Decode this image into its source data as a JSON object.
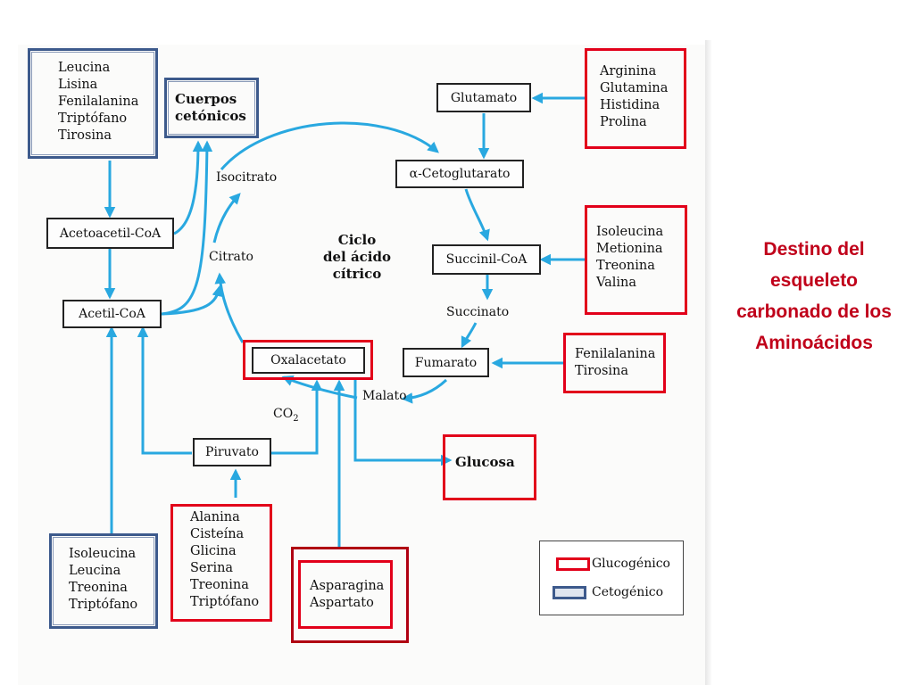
{
  "title_lines": [
    "Destino del",
    "esqueleto",
    "carbonado de los",
    "Aminoácidos"
  ],
  "cycle_label_lines": [
    "Ciclo",
    "del ácido",
    "cítrico"
  ],
  "metabolites": {
    "glutamato": "Glutamato",
    "cetoglutarato": "α-Cetoglutarato",
    "succinil_coa": "Succinil-CoA",
    "succinato": "Succinato",
    "fumarato": "Fumarato",
    "malato": "Malato",
    "oxalacetato": "Oxalacetato",
    "citrato": "Citrato",
    "isocitrato": "Isocitrato",
    "acetoacetil_coa": "Acetoacetil-CoA",
    "acetil_coa": "Acetil-CoA",
    "piruvato": "Piruvato",
    "co2": "CO",
    "co2_sub": "2",
    "glucosa": "Glucosa",
    "cuerpos_cetonicos": [
      "Cuerpos",
      "cetónicos"
    ]
  },
  "amino_acid_groups": {
    "ketogenic_top": [
      "Leucina",
      "Lisina",
      "Fenilalanina",
      "Triptófano",
      "Tirosina"
    ],
    "ketogenic_bottom": [
      "Isoleucina",
      "Leucina",
      "Treonina",
      "Triptófano"
    ],
    "glutamato_group": [
      "Arginina",
      "Glutamina",
      "Histidina",
      "Prolina"
    ],
    "succinil_group": [
      "Isoleucina",
      "Metionina",
      "Treonina",
      "Valina"
    ],
    "fumarato_group": [
      "Fenilalanina",
      "Tirosina"
    ],
    "piruvato_group": [
      "Alanina",
      "Cisteína",
      "Glicina",
      "Serina",
      "Treonina",
      "Triptófano"
    ],
    "oxalacetato_group": [
      "Asparagina",
      "Aspartato"
    ]
  },
  "legend": {
    "glucogenic": "Glucogénico",
    "ketogenic": "Cetogénico"
  },
  "colors": {
    "glucogenic": "#e2001a",
    "ketogenic": "#3d5a8c",
    "arrow": "#29a8e0",
    "title": "#c0001a"
  }
}
